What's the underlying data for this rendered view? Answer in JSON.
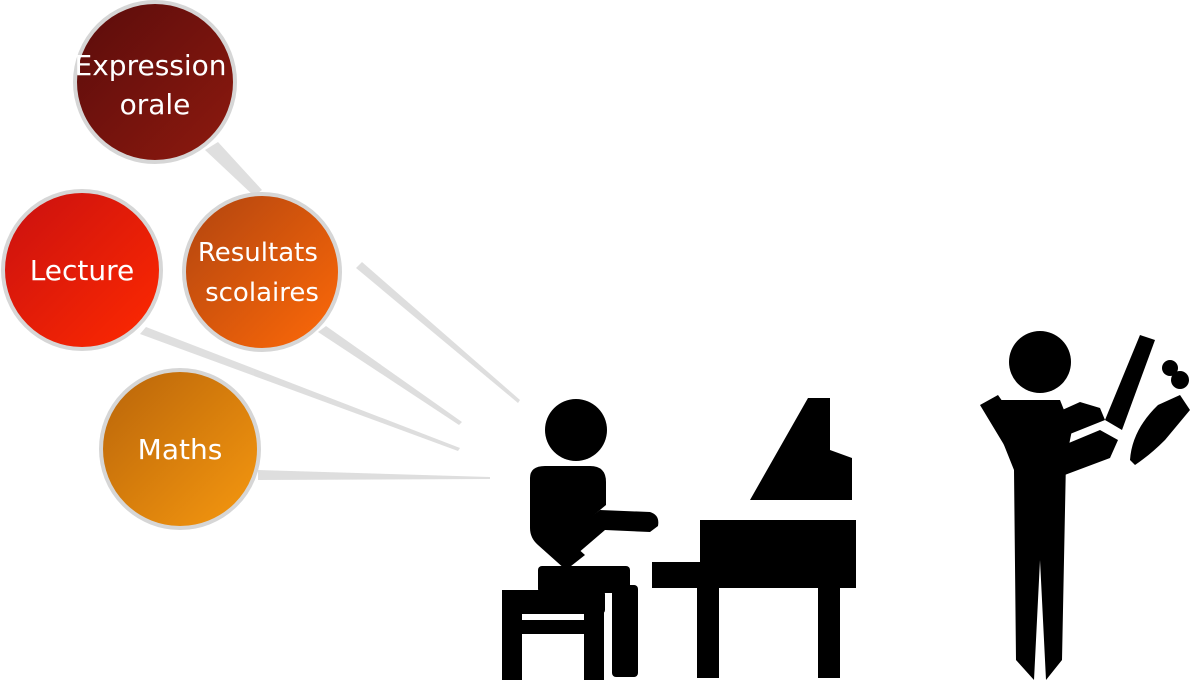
{
  "bubbles": [
    {
      "id": "expression",
      "lines": [
        "Expression",
        "orale"
      ],
      "color_from": "#5a0c0c",
      "color_to": "#8e1a0e"
    },
    {
      "id": "lecture",
      "lines": [
        "Lecture"
      ],
      "color_from": "#c91010",
      "color_to": "#ff2a00"
    },
    {
      "id": "resultats",
      "lines": [
        "Resultats",
        "scolaires"
      ],
      "color_from": "#b04410",
      "color_to": "#ff6a08"
    },
    {
      "id": "maths",
      "lines": [
        "Maths"
      ],
      "color_from": "#b8640a",
      "color_to": "#f7990f"
    }
  ],
  "icons": {
    "pianist": "person-playing-piano-icon",
    "violinist": "person-playing-violin-icon"
  },
  "colors": {
    "connector": "#d9d9d9",
    "bubble_border": "#d6d6d6",
    "icon": "#000000"
  }
}
